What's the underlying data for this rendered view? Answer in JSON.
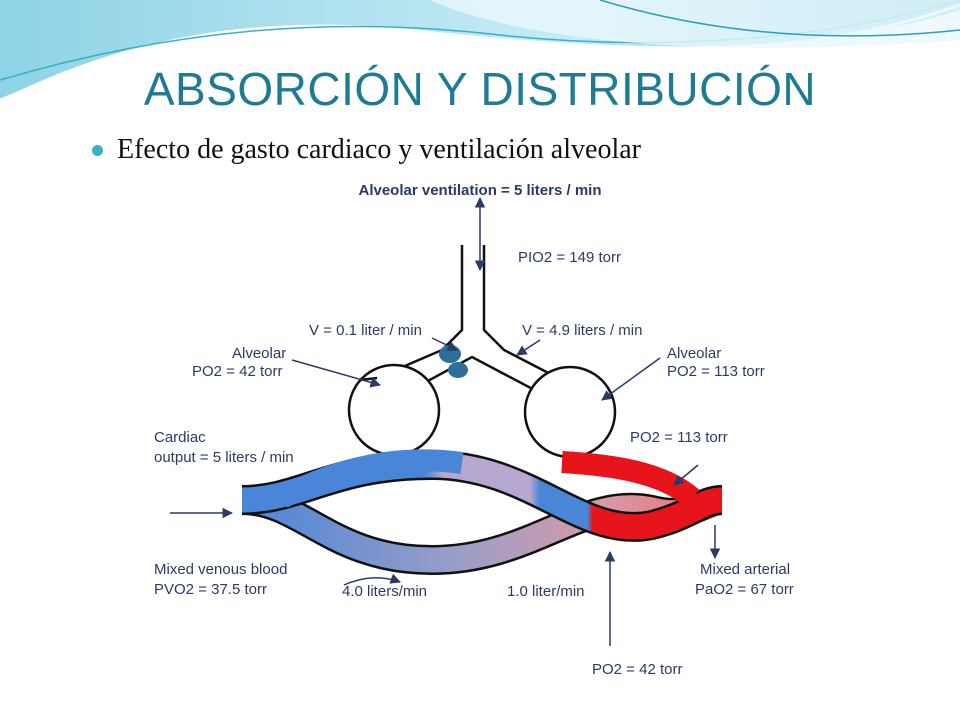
{
  "title": "ABSORCIÓN Y DISTRIBUCIÓN",
  "bullet": "Efecto de gasto cardiaco y ventilación alveolar",
  "diagram": {
    "alveolar_ventilation": "Alveolar ventilation = 5 liters / min",
    "pio2": "PIO2 = 149 torr",
    "v_left": "V = 0.1 liter / min",
    "v_right": "V = 4.9 liters / min",
    "alveolar_left_label": "Alveolar",
    "alveolar_left_po2": "PO2 = 42 torr",
    "alveolar_right_label": "Alveolar",
    "alveolar_right_po2": "PO2 = 113 torr",
    "cardiac_output_1": "Cardiac",
    "cardiac_output_2": "output = 5 liters / min",
    "po2_top_right": "PO2 = 113 torr",
    "mixed_venous_1": "Mixed venous blood",
    "mixed_venous_2": "PVO2 = 37.5 torr",
    "flow_left": "4.0 liters/min",
    "flow_right": "1.0 liter/min",
    "mixed_arterial_1": "Mixed arterial",
    "mixed_arterial_2": "PaO2 = 67 torr",
    "po2_bottom": "PO2 = 42 torr"
  },
  "colors": {
    "title": "#1f7a95",
    "venous_blue": "#4a86d8",
    "arterial_red": "#e8141c",
    "mixed_pink": "#d79aa8",
    "label_navy": "#2b3a67"
  }
}
